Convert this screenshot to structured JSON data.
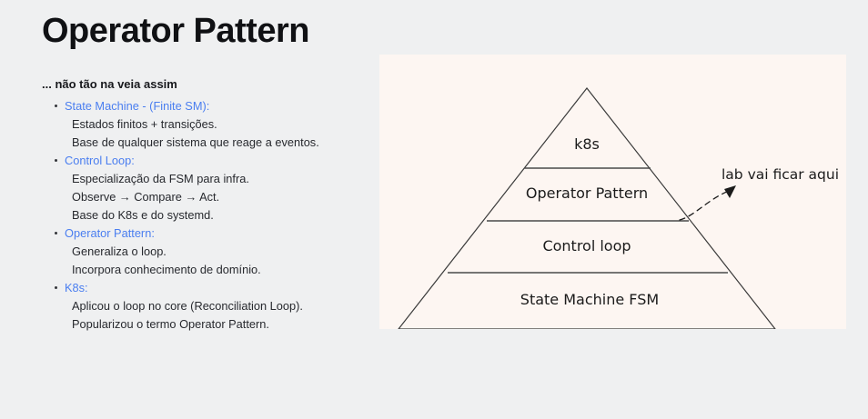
{
  "slide": {
    "title": "Operator Pattern",
    "subtitle": "... não tão na veia assim",
    "bullets": [
      {
        "head": "State Machine - (Finite SM):",
        "lines": [
          "Estados finitos + transições.",
          "Base de qualquer sistema que reage a eventos."
        ]
      },
      {
        "head": "Control Loop:",
        "lines": [
          "Especialização da FSM para infra.",
          "Observe → Compare → Act.",
          "Base do K8s e do systemd."
        ]
      },
      {
        "head": "Operator Pattern:",
        "lines": [
          "Generaliza o loop.",
          "Incorpora conhecimento de domínio."
        ]
      },
      {
        "head": "K8s:",
        "lines": [
          "Aplicou o loop no core (Reconciliation Loop).",
          "Popularizou o termo Operator Pattern."
        ]
      }
    ]
  },
  "diagram": {
    "type": "pyramid",
    "layers": [
      {
        "label": "k8s"
      },
      {
        "label": "Operator Pattern"
      },
      {
        "label": "Control loop"
      },
      {
        "label": "State Machine FSM"
      }
    ],
    "annotation": "lab vai ficar aqui"
  },
  "colors": {
    "page_background": "#eff0f1",
    "panel_background": "#fdf6f2",
    "accent_link": "#4a7ef0",
    "body_text": "#27292e",
    "title_text": "#101114",
    "stroke": "#3a3a3a"
  }
}
